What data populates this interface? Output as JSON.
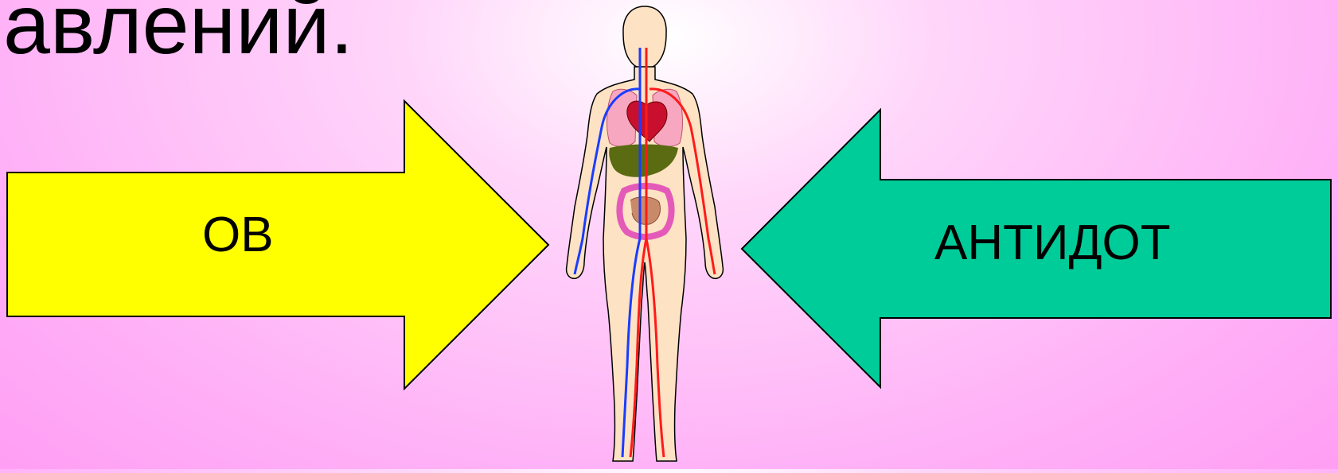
{
  "slide": {
    "title_fragment": "авлений.",
    "left_arrow": {
      "label": "ОВ",
      "fill": "#ffff00",
      "stroke": "#000000"
    },
    "right_arrow": {
      "label": "АНТИДОТ",
      "fill": "#00cc99",
      "stroke": "#000000"
    },
    "figure": {
      "description_icon": "human-anatomy-icon",
      "skin": "#fde2c4",
      "artery": "#ff1a1a",
      "vein": "#1a3cff",
      "heart": "#c8102e",
      "lungs": "#f7a8c0",
      "liver": "#5a6b12",
      "intestine": "#e45ab8"
    }
  }
}
